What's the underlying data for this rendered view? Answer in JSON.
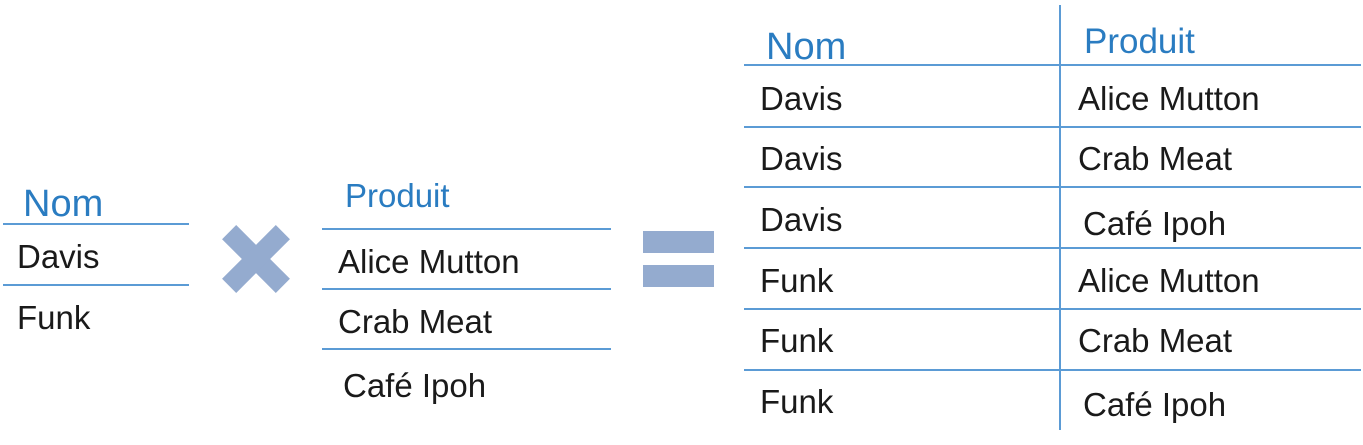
{
  "colors": {
    "header": "#2a7cc1",
    "rule": "#5b9bd5",
    "operator": "#94abcf",
    "text": "#1a1a1a"
  },
  "left_table": {
    "header": "Nom",
    "rows": [
      "Davis",
      "Funk"
    ]
  },
  "middle_table": {
    "header": "Produit",
    "rows": [
      "Alice Mutton",
      "Crab Meat",
      "Café Ipoh"
    ]
  },
  "operators": {
    "multiply": "multiply-icon",
    "equals": "equals-icon"
  },
  "result_table": {
    "headers": [
      "Nom",
      "Produit"
    ],
    "rows": [
      [
        "Davis",
        "Alice Mutton"
      ],
      [
        "Davis",
        "Crab Meat"
      ],
      [
        "Davis",
        "Café Ipoh"
      ],
      [
        "Funk",
        "Alice Mutton"
      ],
      [
        "Funk",
        "Crab Meat"
      ],
      [
        "Funk",
        "Café Ipoh"
      ]
    ]
  }
}
